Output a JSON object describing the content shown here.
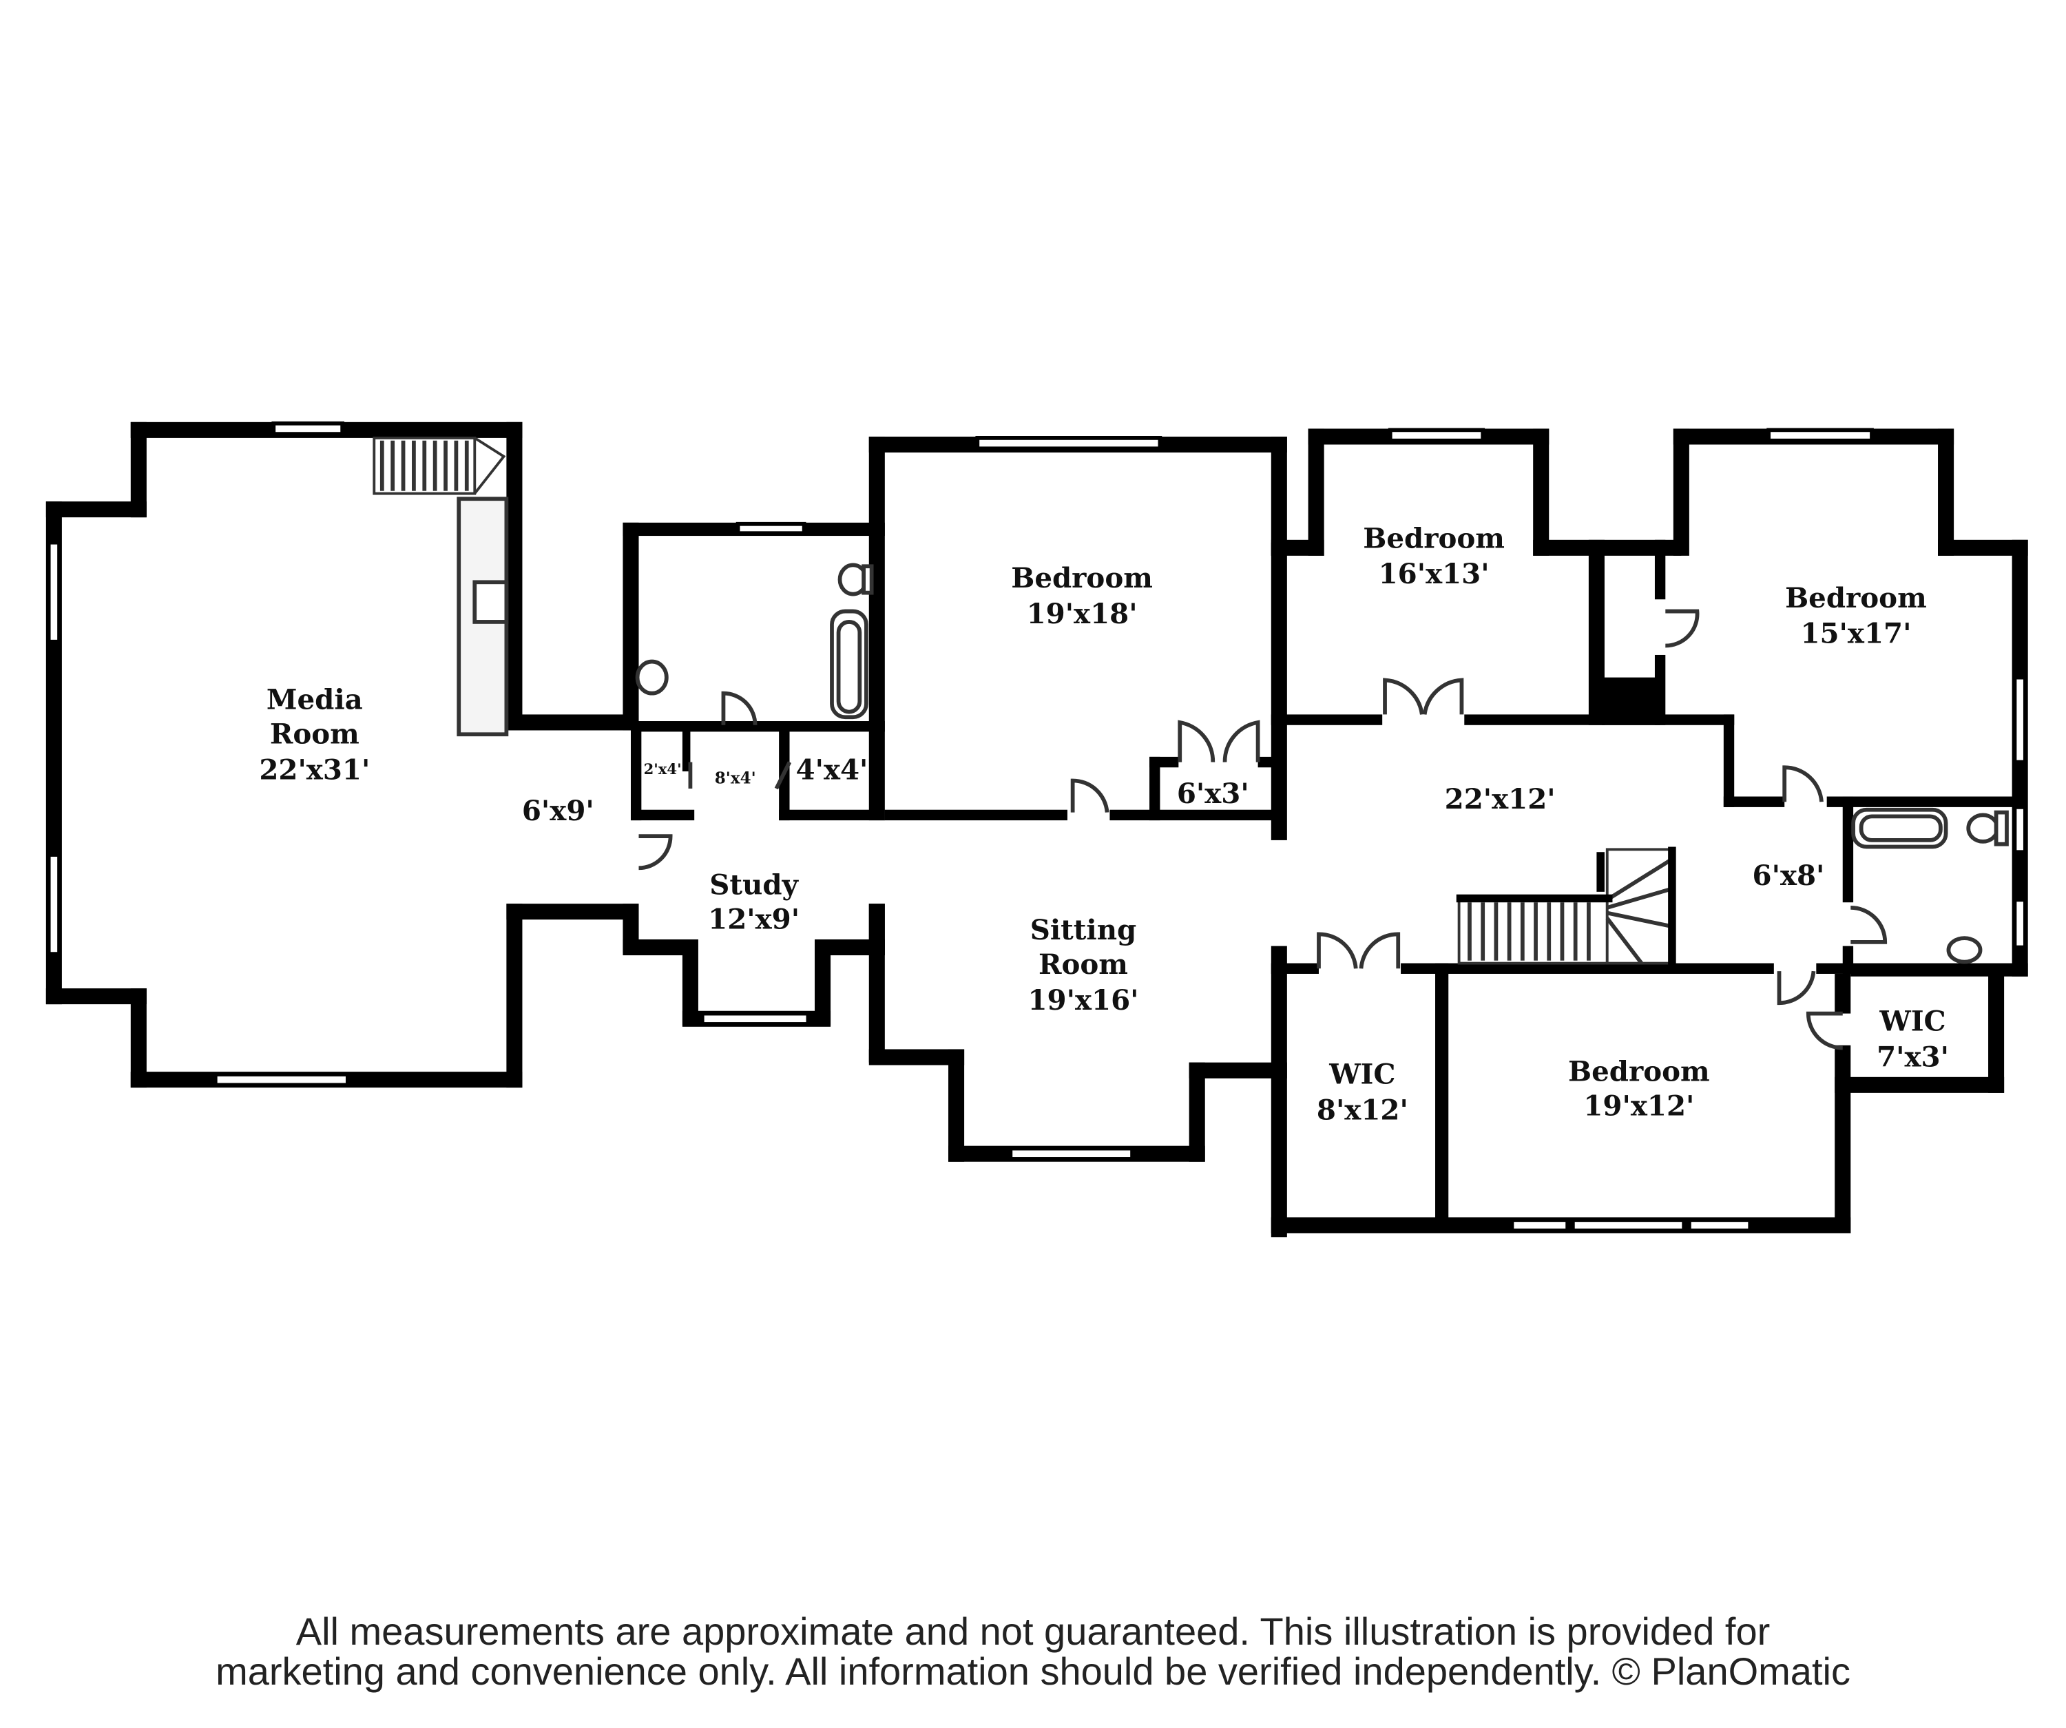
{
  "rooms": {
    "media": {
      "name_line1": "Media",
      "name_line2": "Room",
      "dims": "22'x31'"
    },
    "hall_small": {
      "dims": "6'x9'"
    },
    "closet_a": {
      "dims": "2'x4'"
    },
    "closet_b": {
      "dims": "8'x4'"
    },
    "closet_c": {
      "dims": "4'x4'"
    },
    "study": {
      "name": "Study",
      "dims": "12'x9'"
    },
    "bedroom_main": {
      "name": "Bedroom",
      "dims": "19'x18'"
    },
    "closet_d": {
      "dims": "6'x3'"
    },
    "sitting": {
      "name_line1": "Sitting",
      "name_line2": "Room",
      "dims": "19'x16'"
    },
    "bedroom_2": {
      "name": "Bedroom",
      "dims": "16'x13'"
    },
    "hall_main": {
      "dims": "22'x12'"
    },
    "bedroom_3": {
      "name": "Bedroom",
      "dims": "15'x17'"
    },
    "hall_right": {
      "dims": "6'x8'"
    },
    "wic_left": {
      "name": "WIC",
      "dims": "8'x12'"
    },
    "bedroom_4": {
      "name": "Bedroom",
      "dims": "19'x12'"
    },
    "wic_right": {
      "name": "WIC",
      "dims": "7'x3'"
    }
  },
  "disclaimer": {
    "line1": "All measurements are approximate and not guaranteed. This illustration is provided for",
    "line2": "marketing and convenience only. All information should be verified independently. © PlanOmatic"
  }
}
